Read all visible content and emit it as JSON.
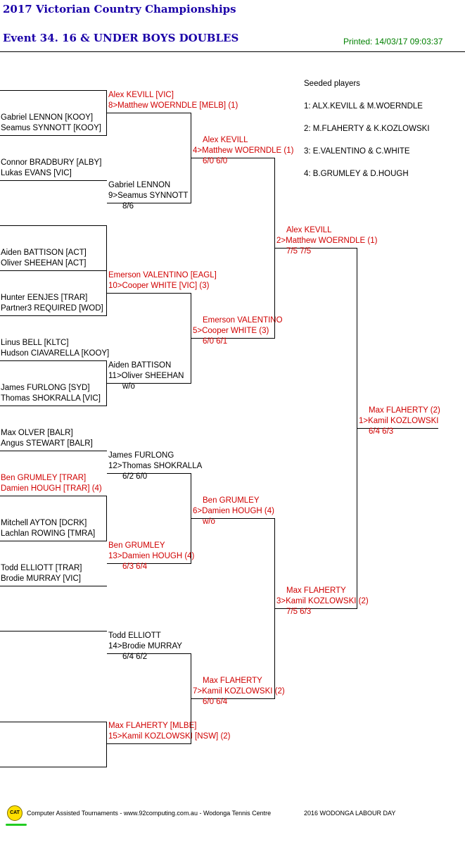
{
  "header": {
    "title": "2017 Victorian Country Championships",
    "event": "Event 34. 16 & UNDER BOYS DOUBLES",
    "printed": "Printed: 14/03/17 09:03:37"
  },
  "seeds": {
    "heading": "Seeded players",
    "items": [
      "1: ALX.KEVILL & M.WOERNDLE",
      "2: M.FLAHERTY & K.KOZLOWSKI",
      "3: E.VALENTINO & C.WHITE",
      "4: B.GRUMLEY & D.HOUGH"
    ]
  },
  "r1": [
    [
      "",
      ""
    ],
    [
      "Gabriel LENNON [KOOY]",
      "Seamus SYNNOTT [KOOY]"
    ],
    [
      "Connor BRADBURY [ALBY]",
      "Lukas EVANS [VIC]"
    ],
    [
      "",
      ""
    ],
    [
      "Aiden BATTISON [ACT]",
      "Oliver SHEEHAN [ACT]"
    ],
    [
      "Hunter EENJES [TRAR]",
      "Partner3 REQUIRED [WOD]"
    ],
    [
      "Linus BELL [KLTC]",
      "Hudson CIAVARELLA [KOOY]"
    ],
    [
      "James FURLONG [SYD]",
      "Thomas SHOKRALLA [VIC]"
    ],
    [
      "Max OLVER [BALR]",
      "Angus STEWART [BALR]"
    ],
    [
      "Ben GRUMLEY [TRAR]",
      "Damien HOUGH [TRAR] (4)"
    ],
    [
      "Mitchell AYTON [DCRK]",
      "Lachlan ROWING [TMRA]"
    ],
    [
      "Todd ELLIOTT [TRAR]",
      "Brodie MURRAY [VIC]"
    ],
    [
      "",
      ""
    ]
  ],
  "r2": [
    [
      "Alex KEVILL [VIC]",
      "8>Matthew WOERNDLE [MELB] (1)",
      ""
    ],
    [
      "Gabriel LENNON",
      "9>Seamus SYNNOTT",
      "8/6"
    ],
    [
      "Emerson VALENTINO [EAGL]",
      "10>Cooper WHITE [VIC] (3)",
      ""
    ],
    [
      "Aiden BATTISON",
      "11>Oliver SHEEHAN",
      "w/o"
    ],
    [
      "James FURLONG",
      "12>Thomas SHOKRALLA",
      "6/2 6/0"
    ],
    [
      "Ben GRUMLEY",
      "13>Damien HOUGH (4)",
      "6/3 6/4"
    ],
    [
      "Todd ELLIOTT",
      "14>Brodie MURRAY",
      "6/4 6/2"
    ],
    [
      "Max FLAHERTY [MLBE]",
      "15>Kamil KOZLOWSKI [NSW] (2)",
      ""
    ]
  ],
  "qf": [
    [
      "Alex KEVILL",
      "4>Matthew WOERNDLE (1)",
      "6/0 6/0"
    ],
    [
      "Emerson VALENTINO",
      "5>Cooper WHITE (3)",
      "6/0 6/1"
    ],
    [
      "Ben GRUMLEY",
      "6>Damien HOUGH (4)",
      "w/o"
    ],
    [
      "Max FLAHERTY",
      "7>Kamil KOZLOWSKI (2)",
      "6/0 6/4"
    ]
  ],
  "sf": [
    [
      "Alex KEVILL",
      "2>Matthew WOERNDLE (1)",
      "7/5 7/5"
    ],
    [
      "Max FLAHERTY",
      "3>Kamil KOZLOWSKI (2)",
      "7/5 6/3"
    ]
  ],
  "final": [
    "Max FLAHERTY (2)",
    "1>Kamil KOZLOWSKI",
    "6/4 6/3"
  ],
  "footer": {
    "logo": "CAT",
    "credit": "Computer Assisted Tournaments - www.92computing.com.au  -  Wodonga Tennis Centre",
    "event_name": "2016 WODONGA LABOUR DAY"
  },
  "colors": {
    "title": "#1a00a8",
    "seeded": "#d00000",
    "printed": "#008000",
    "lines": "#000000"
  }
}
